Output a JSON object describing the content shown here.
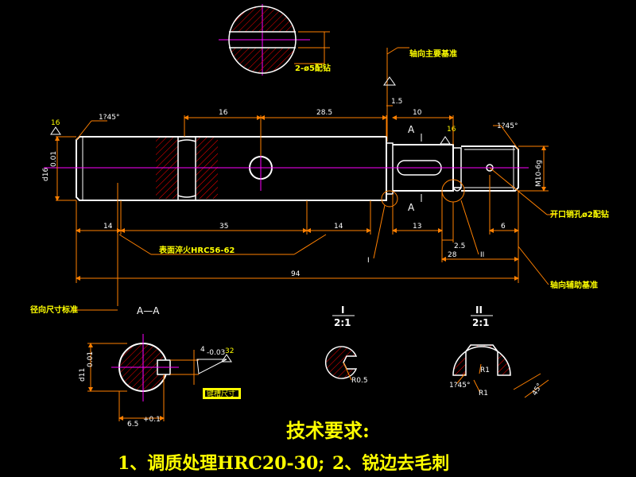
{
  "colors": {
    "background": "#000000",
    "outline": "#ffffff",
    "dimension": "#ff8000",
    "centerline": "#ff00ff",
    "hatch": "#ff0000",
    "text": "#ffff00",
    "highlight": "#ffff00"
  },
  "dimensions": {
    "d16": "16",
    "d28_5": "28.5",
    "d1_5": "1.5",
    "d10": "10",
    "d14a": "14",
    "d35": "35",
    "d14b": "14",
    "d13": "13",
    "d2_5": "2.5",
    "d6": "6",
    "d28": "28",
    "d94": "94",
    "d6_5": "6.5",
    "d6_5_tol": "+0.1",
    "d4": "4",
    "d4_tol": "-0.03",
    "chamfer_left": "1?45°",
    "chamfer_right": "1?45°",
    "chamfer_detail": "1?45°",
    "angle45": "45°",
    "dia_main": "d16",
    "dia_main_tol": "0.01",
    "dia_section": "d11",
    "dia_section_tol": "0.01",
    "thread": "M10-6g",
    "r05": "R0.5",
    "r1a": "R1",
    "r1b": "R1",
    "rough16": "16",
    "rough16b": "16",
    "rough32": "32"
  },
  "notes": {
    "holes": "2-ø5配钻",
    "axial_main": "轴向主要基准",
    "surface": "表面淬火HRC56-62",
    "radial": "径向尺寸标准",
    "split_pin": "开口销孔ø2配钻",
    "axial_aux": "轴向辅助基准"
  },
  "labels": {
    "section_a_top": "A",
    "section_a_bottom": "A",
    "section_aa": "A—A",
    "detail_i": "I",
    "detail_ii": "II",
    "detail_i_scale": "2:1",
    "detail_ii_scale": "2:1",
    "leader_i": "I",
    "leader_ii": "II",
    "highlight_box": "键槽尺寸"
  },
  "requirements": {
    "title": "技术要求:",
    "item1": "1、调质处理HRC20-30;",
    "item2": "2、锐边去毛刺"
  }
}
